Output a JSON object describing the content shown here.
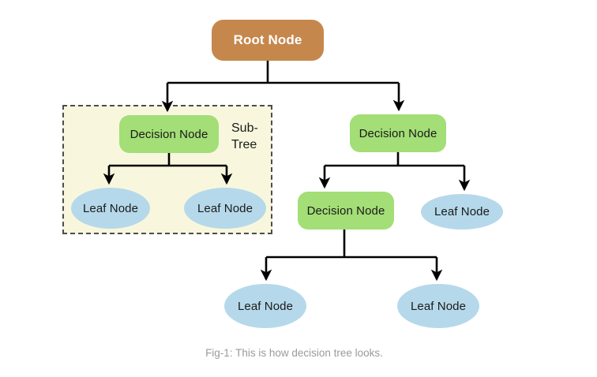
{
  "diagram": {
    "nodes": {
      "root": {
        "label": "Root Node"
      },
      "decision_left": {
        "label": "Decision Node"
      },
      "decision_right": {
        "label": "Decision Node"
      },
      "decision_mid": {
        "label": "Decision Node"
      },
      "leaf_sub_left": {
        "label": "Leaf Node"
      },
      "leaf_sub_right": {
        "label": "Leaf Node"
      },
      "leaf_right": {
        "label": "Leaf Node"
      },
      "leaf_bottom_left": {
        "label": "Leaf Node"
      },
      "leaf_bottom_right": {
        "label": "Leaf Node"
      }
    },
    "subtree": {
      "label_line1": "Sub-",
      "label_line2": "Tree"
    },
    "caption": "Fig-1: This is how decision tree looks.",
    "colors": {
      "root_fill": "#C6874C",
      "decision_fill": "#A3DE76",
      "leaf_fill": "#B5D9EA",
      "subtree_background": "#F8F7DE",
      "subtree_border": "#4D4D4D",
      "connector": "#000000",
      "root_text": "#FFFFFF",
      "node_text": "#1A1A1A",
      "caption_text": "#9A9A9A"
    }
  }
}
